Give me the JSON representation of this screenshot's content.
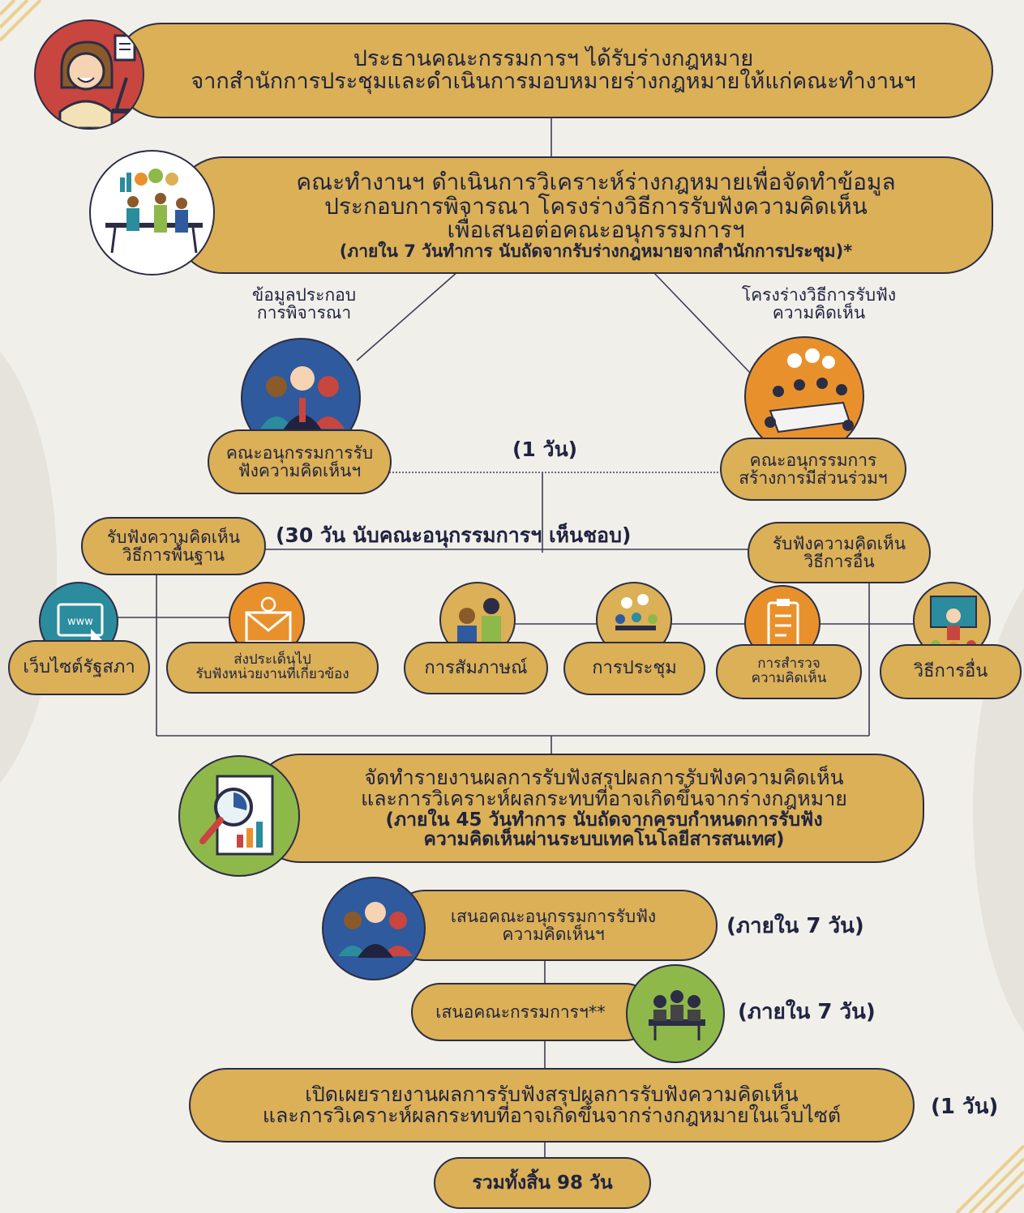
{
  "step1": {
    "line1": "ประธานคณะกรรมการฯ ได้รับร่างกฎหมาย",
    "line2": "จากสำนักการประชุมและดำเนินการมอบหมายร่างกฎหมายให้แก่คณะทำงานฯ"
  },
  "step2": {
    "line1": "คณะทำงานฯ ดำเนินการวิเคราะห์ร่างกฎหมายเพื่อจัดทำข้อมูล",
    "line2": "ประกอบการพิจารณา โครงร่างวิธีการรับฟังความคิดเห็น",
    "line3": "เพื่อเสนอต่อคณะอนุกรรมการฯ",
    "deadline": "(ภายใน 7 วันทำการ นับถัดจากรับร่างกฎหมายจากสำนักการประชุม)*"
  },
  "branch_left": {
    "line1": "ข้อมูลประกอบ",
    "line2": "การพิจารณา"
  },
  "branch_right": {
    "line1": "โครงร่างวิธีการรับฟัง",
    "line2": "ความคิดเห็น"
  },
  "sub_left": {
    "line1": "คณะอนุกรรมการรับ",
    "line2": "ฟังความคิดเห็นฯ"
  },
  "sub_right": {
    "line1": "คณะอนุกรรมการ",
    "line2": "สร้างการมีส่วนร่วมฯ"
  },
  "one_day": "(1 วัน)",
  "thirty_days": "(30 วัน นับคณะอนุกรรมการฯ เห็นชอบ)",
  "basic": {
    "line1": "รับฟังความคิดเห็น",
    "line2": "วิธีการพื้นฐาน"
  },
  "other": {
    "line1": "รับฟังความคิดเห็น",
    "line2": "วิธีการอื่น"
  },
  "methods": {
    "website": "เว็บไซต์รัฐสภา",
    "send_line1": "ส่งประเด็นไป",
    "send_line2": "รับฟังหน่วยงานที่เกี่ยวข้อง",
    "interview": "การสัมภาษณ์",
    "meeting": "การประชุม",
    "survey_line1": "การสำรวจ",
    "survey_line2": "ความคิดเห็น",
    "other": "วิธีการอื่น"
  },
  "icons": {
    "www": "www"
  },
  "report": {
    "line1": "จัดทำรายงานผลการรับฟังสรุปผลการรับฟังความคิดเห็น",
    "line2": "และการวิเคราะห์ผลกระทบที่อาจเกิดขึ้นจากร่างกฎหมาย",
    "deadline1": "(ภายใน 45 วันทำการ นับถัดจากครบกำหนดการรับฟัง",
    "deadline2": "ความคิดเห็นผ่านระบบเทคโนโลยีสารสนเทศ)"
  },
  "propose_sub": {
    "line1": "เสนอคณะอนุกรรมการรับฟัง",
    "line2": "ความคิดเห็นฯ",
    "days": "(ภายใน 7 วัน)"
  },
  "propose_comm": {
    "label": "เสนอคณะกรรมการฯ**",
    "days": "(ภายใน 7 วัน)"
  },
  "publish": {
    "line1": "เปิดเผยรายงานผลการรับฟังสรุปผลการรับฟังความคิดเห็น",
    "line2": "และการวิเคราะห์ผลกระทบที่อาจเกิดขึ้นจากร่างกฎหมายในเว็บไซต์",
    "days": "(1 วัน)"
  },
  "total": "รวมทั้งสิ้น 98 วัน",
  "colors": {
    "gold": "#dbb056",
    "navy": "#2b2d45",
    "red": "#c9453f",
    "blue": "#2f5a9e",
    "orange": "#e8912c",
    "green": "#8fb84a",
    "teal": "#2a8c9c",
    "background": "#f1efe9"
  }
}
